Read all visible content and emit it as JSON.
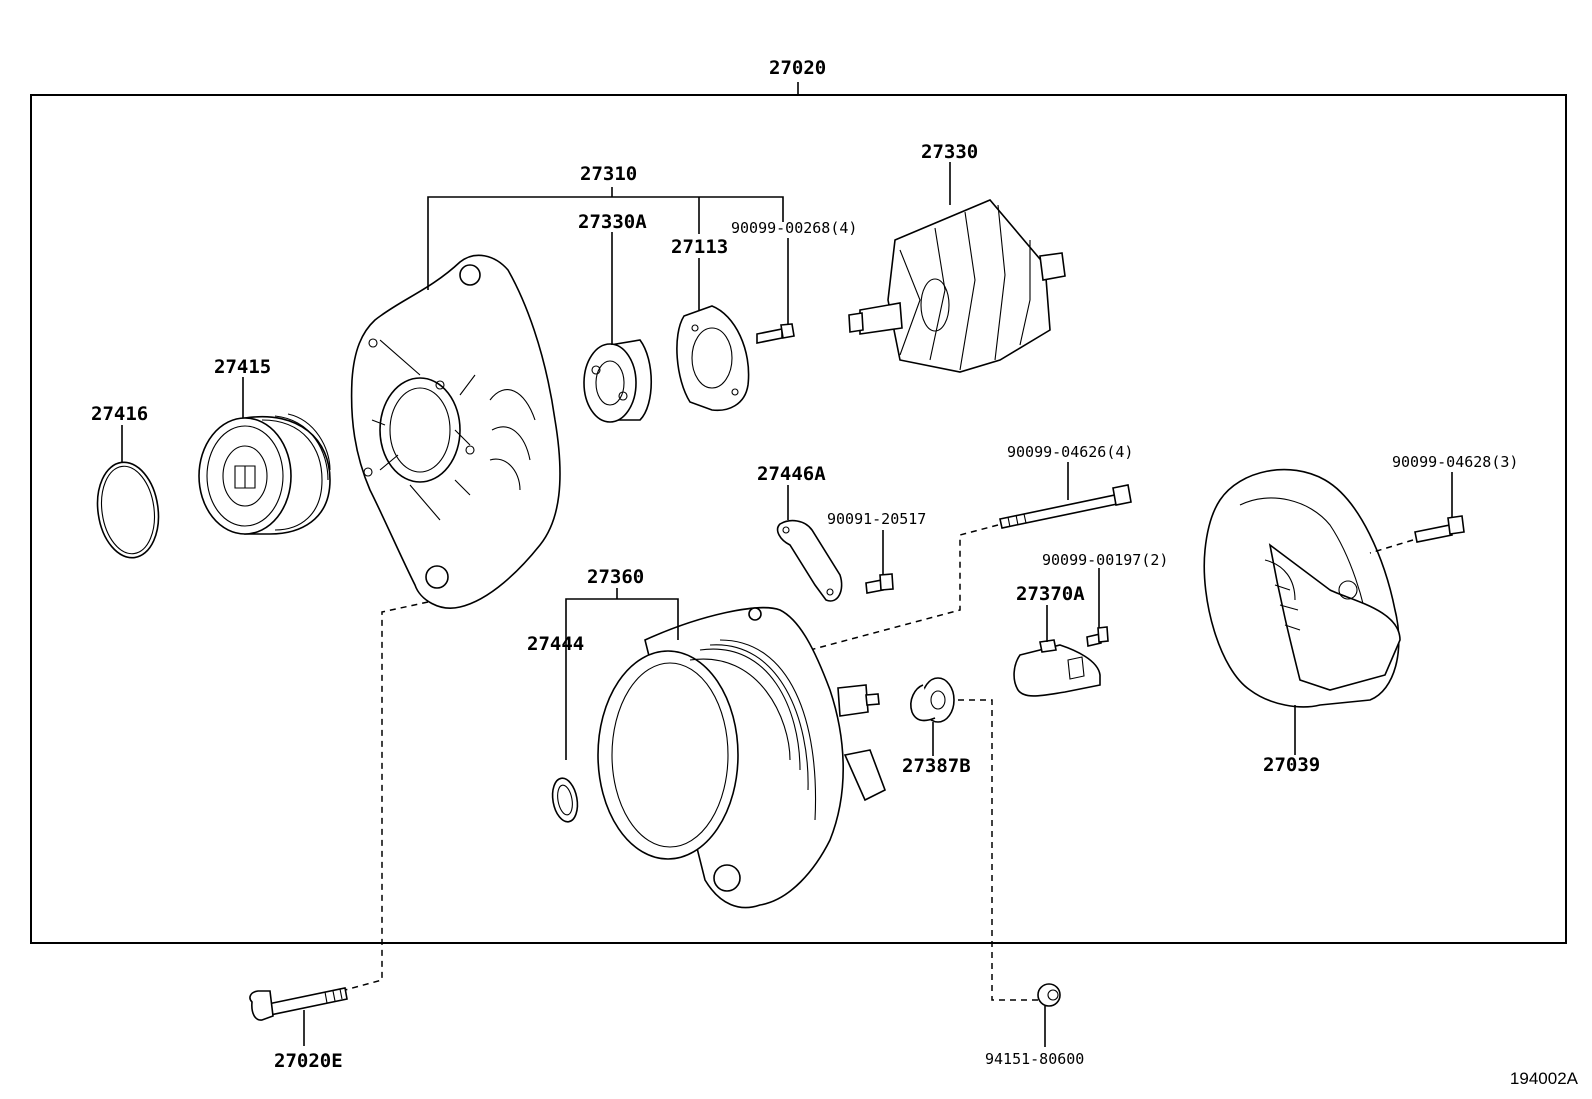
{
  "diagram_title_part": "27020",
  "figure_id": "194002A",
  "labels": {
    "p27020": "27020",
    "p27310": "27310",
    "p27330A": "27330A",
    "p27113": "27113",
    "p90099_00268": "90099-00268(4)",
    "p27330": "27330",
    "p27415": "27415",
    "p27416": "27416",
    "p27446A": "27446A",
    "p90091_20517": "90091-20517",
    "p90099_04626": "90099-04626(4)",
    "p90099_04628": "90099-04628(3)",
    "p90099_00197": "90099-00197(2)",
    "p27370A": "27370A",
    "p27360": "27360",
    "p27444": "27444",
    "p27387B": "27387B",
    "p27039": "27039",
    "p27020E": "27020E",
    "p94151_80600": "94151-80600"
  }
}
